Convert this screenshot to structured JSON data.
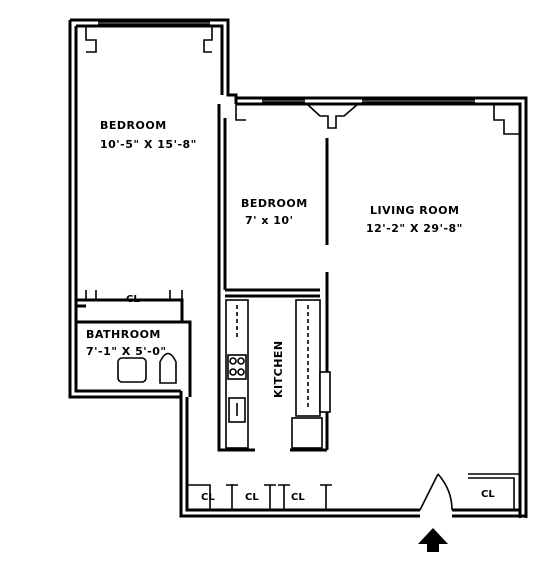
{
  "rooms": {
    "bedroom1": {
      "name": "BEDROOM",
      "dims": "10'-5\" X 15'-8\""
    },
    "bedroom2": {
      "name": "BEDROOM",
      "dims": "7' x 10'"
    },
    "living": {
      "name": "LIVING ROOM",
      "dims": "12'-2\" X 29'-8\""
    },
    "bathroom": {
      "name": "BATHROOM",
      "dims": "7'-1\" X 5'-0\""
    },
    "kitchen": {
      "name": "KITCHEN"
    }
  },
  "closets": {
    "cl_bedroom": "CL",
    "cl_hall1": "CL",
    "cl_hall2": "CL",
    "cl_hall3": "CL",
    "cl_living": "CL"
  }
}
